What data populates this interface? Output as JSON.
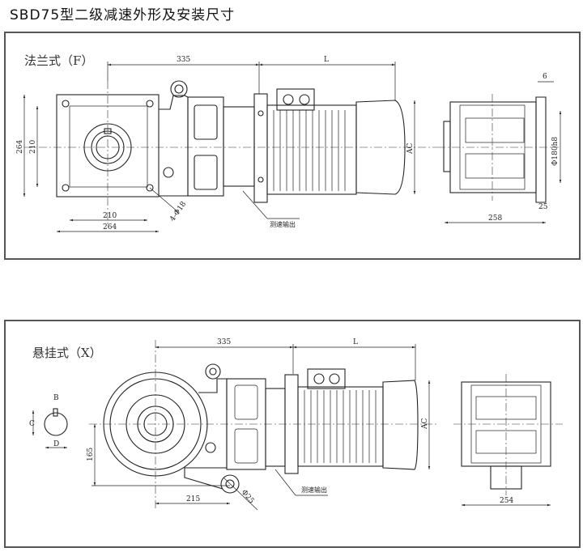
{
  "title": "SBD75型二级减速外形及安装尺寸",
  "flange": {
    "label": "法兰式（F）",
    "dims": {
      "len335": "335",
      "L": "L",
      "h264": "264",
      "h210": "210",
      "w210": "210",
      "w264": "264",
      "holes": "4-Φ18",
      "AC": "AC",
      "d6": "6",
      "phi180": "Φ180h8",
      "d25": "25",
      "w258": "258"
    },
    "speed_output": "测速输出"
  },
  "hanging": {
    "label": "悬挂式（X）",
    "dims": {
      "len335": "335",
      "L": "L",
      "B": "B",
      "C": "C",
      "D": "D",
      "h165": "165",
      "w215": "215",
      "phi25": "Φ25",
      "AC": "AC",
      "w254": "254"
    },
    "speed_output": "测速输出"
  }
}
